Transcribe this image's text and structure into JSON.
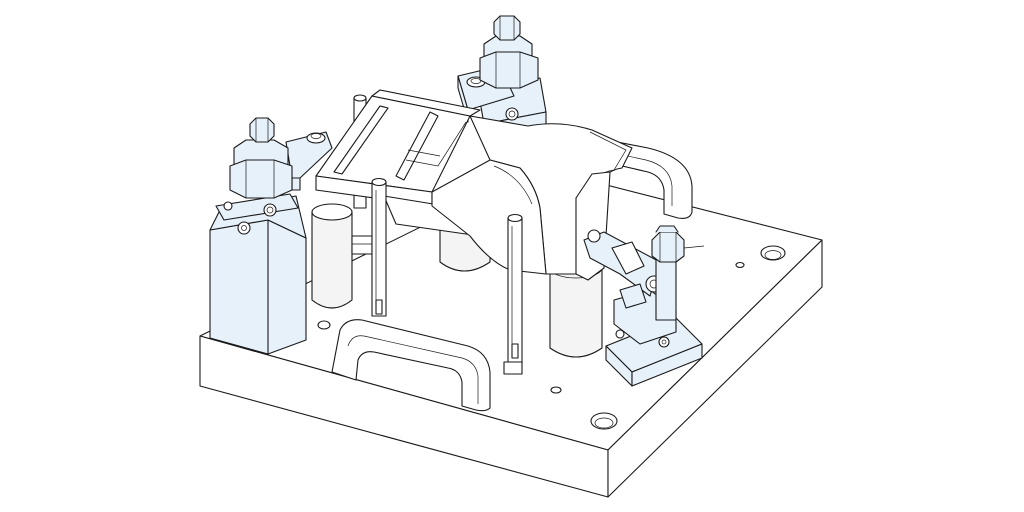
{
  "colors": {
    "background": "#ffffff",
    "line": "#1a1a1a",
    "metal_fill": "#ffffff",
    "clamp_fill": "#e6f1fa",
    "shade_fill": "#f4f4f4"
  },
  "components": [
    "base-plate",
    "handle-front",
    "handle-rear",
    "workpiece-bracket",
    "clamp-left",
    "clamp-back",
    "clamp-right",
    "locating-pins",
    "support-cylinders"
  ]
}
